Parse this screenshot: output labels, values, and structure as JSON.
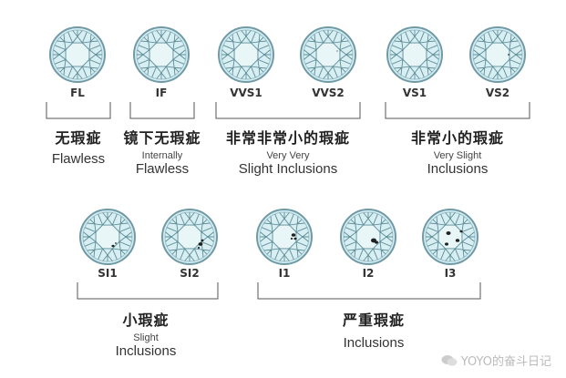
{
  "colors": {
    "gem_outer": "#7fa8b4",
    "gem_fill": "#d7eef2",
    "gem_inner": "#e8f6f8",
    "line": "#4d7c88",
    "bracket": "#555555",
    "inclusion": "#222222"
  },
  "grades": [
    {
      "code": "FL"
    },
    {
      "code": "IF"
    },
    {
      "code": "VVS1"
    },
    {
      "code": "VVS2"
    },
    {
      "code": "VS1"
    },
    {
      "code": "VS2"
    },
    {
      "code": "SI1"
    },
    {
      "code": "SI2"
    },
    {
      "code": "I1"
    },
    {
      "code": "I2"
    },
    {
      "code": "I3"
    }
  ],
  "groups": {
    "fl": {
      "zh": "无瑕疵",
      "en_large": "Flawless"
    },
    "if": {
      "zh": "镜下无瑕疵",
      "en_small": "Internally",
      "en_large": "Flawless"
    },
    "vvs": {
      "zh": "非常非常小的瑕疵",
      "en_small": "Very Very",
      "en_large": "Slight Inclusions"
    },
    "vs": {
      "zh": "非常小的瑕疵",
      "en_small": "Very Slight",
      "en_large": "Inclusions"
    },
    "si": {
      "zh": "小瑕疵",
      "en_small": "Slight",
      "en_large": "Inclusions"
    },
    "i": {
      "zh": "严重瑕疵",
      "en_large": "Inclusions"
    }
  },
  "watermark": "YOYO的奋斗日记"
}
